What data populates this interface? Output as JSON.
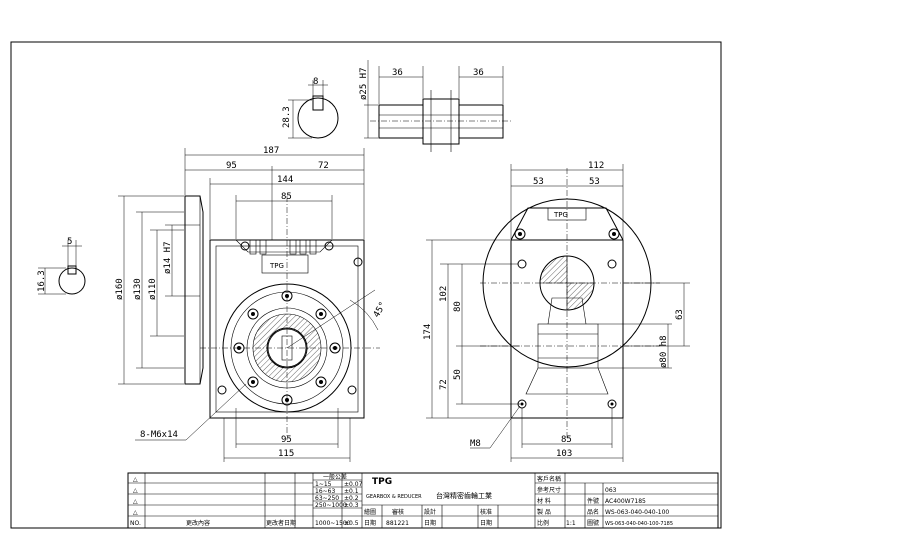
{
  "dims": {
    "top_key_width": "8",
    "top_key_height": "28.3",
    "shaft_dia": "ø25 H7",
    "shaft_left": "36",
    "shaft_right": "36",
    "side_key_width": "5",
    "side_key_height": "16.3",
    "front_total": "187",
    "front_left": "95",
    "front_right": "72",
    "front_144": "144",
    "front_85": "85",
    "dia_14": "ø14 H7",
    "dia_110": "ø110",
    "dia_130": "ø130",
    "dia_160": "ø160",
    "angle": "45°",
    "bolt_note": "8-M6x14",
    "bottom_95": "95",
    "bottom_115": "115",
    "side_112": "112",
    "side_53a": "53",
    "side_53b": "53",
    "side_174": "174",
    "side_102": "102",
    "side_80": "80",
    "side_72": "72",
    "side_50": "50",
    "side_63": "63",
    "side_dia80": "ø80 h8",
    "side_m8": "M8",
    "side_85": "85",
    "side_103": "103"
  },
  "title_block": {
    "logo": "TPG",
    "company_en": "GEARBOX & REDUCER",
    "company_cn": "台灣精密齒輪工業",
    "tol_title": "一般公差",
    "tol_rows": [
      {
        "range": "1~15",
        "tol": "±0.07"
      },
      {
        "range": "16~63",
        "tol": "±0.1"
      },
      {
        "range": "63~250",
        "tol": "±0.2"
      },
      {
        "range": "250~1000",
        "tol": "±0.3"
      },
      {
        "range": "1000~1500",
        "tol": "±0.5"
      }
    ],
    "no_label": "NO.",
    "change_label": "更改內容",
    "change_date_label": "更改者日期",
    "drawn_label": "繪圖",
    "checked_label": "審核",
    "designed_label": "設計",
    "approved_label": "核准",
    "date_label": "日期",
    "date_value": "881221",
    "date2_label": "日期",
    "date3_label": "日期",
    "client_label": "客戶名稱",
    "size_label": "參考尺寸",
    "size_value": "063",
    "material_label": "材    料",
    "part_label": "件號",
    "part_value": "AC400W7185",
    "product_label": "製    品",
    "name_label": "品名",
    "name_value": "WS-063-040-040-100",
    "scale_label": "比例",
    "scale_value": "1:1",
    "drawing_label": "圖號",
    "drawing_value": "WS-063-040-040-100-7185"
  },
  "colors": {
    "line": "#000000",
    "background": "#ffffff"
  }
}
